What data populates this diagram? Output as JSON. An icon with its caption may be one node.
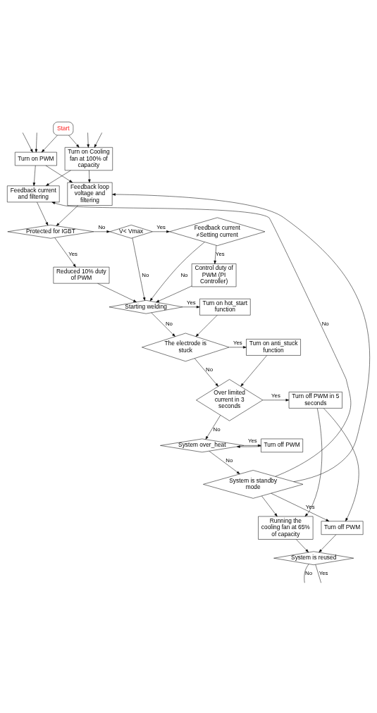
{
  "diagram": {
    "nodes": [
      {
        "text": [
          "Start"
        ]
      },
      {
        "text": [
          "Turn on PWM"
        ]
      },
      {
        "text": [
          "Turn on Cooling fan at 100% of capacity"
        ]
      },
      {
        "text": [
          "Feedback current and filtering"
        ]
      },
      {
        "text": [
          "Feedback loop voltage and filtering"
        ]
      },
      {
        "text": [
          "Protected for IGBT"
        ]
      },
      {
        "text": [
          "V< Vmax"
        ]
      },
      {
        "text": [
          "Feedback current ≠Setting current"
        ]
      },
      {
        "text": [
          "Reduced 10% duty of PWM"
        ]
      },
      {
        "text": [
          "Control duty of PWM (PI Controller)"
        ]
      },
      {
        "text": [
          "Starting welding"
        ]
      },
      {
        "text": [
          "Turn on hot_start function"
        ]
      },
      {
        "text": [
          "The electrode is stuck"
        ]
      },
      {
        "text": [
          "Turn on anti_stuck function"
        ]
      },
      {
        "text": [
          "Over limited current in 3 seconds"
        ]
      },
      {
        "text": [
          "Turn off PWM in 5 seconds"
        ]
      },
      {
        "text": [
          "System over_heat"
        ]
      },
      {
        "text": [
          "Turn off PWM"
        ]
      },
      {
        "text": [
          "System is standby mode"
        ]
      },
      {
        "text": [
          "Turn off PWM"
        ]
      },
      {
        "text": [
          "Running the cooling fan at 65% of capacity"
        ]
      },
      {
        "text": [
          "System is reused"
        ]
      }
    ],
    "edges": [
      {
        "from": 0,
        "to": 1,
        "arrow": "to"
      },
      {
        "from": 0,
        "to": 2,
        "arrow": "to"
      },
      {
        "from": null,
        "to": 1,
        "arrow": "to"
      },
      {
        "from": null,
        "to": 2,
        "arrow": "to"
      },
      {
        "from": null,
        "to": 1,
        "arrow": "to"
      },
      {
        "from": null,
        "to": 2,
        "arrow": "to"
      },
      {
        "from": 1,
        "to": 3,
        "arrow": "to"
      },
      {
        "from": 1,
        "to": 4,
        "arrow": "to"
      },
      {
        "from": 2,
        "to": 3,
        "arrow": "to"
      },
      {
        "from": 2,
        "to": 4,
        "arrow": "to"
      },
      {
        "from": 3,
        "to": 5,
        "arrow": "to"
      },
      {
        "from": 4,
        "to": 5,
        "arrow": "to"
      },
      {
        "from": 5,
        "to": 6,
        "label": "No",
        "arrow": "to"
      },
      {
        "from": 5,
        "to": 8,
        "label": "Yes",
        "arrow": "to"
      },
      {
        "from": 6,
        "to": 7,
        "label": "Yes",
        "arrow": "to"
      },
      {
        "from": 6,
        "to": 10,
        "label": "No",
        "arrow": "to"
      },
      {
        "from": 7,
        "to": 9,
        "label": "Yes",
        "arrow": "to"
      },
      {
        "from": 7,
        "to": 10,
        "label": "No",
        "arrow": "to"
      },
      {
        "from": 8,
        "to": 10,
        "arrow": "to"
      },
      {
        "from": 9,
        "to": 10,
        "arrow": "to"
      },
      {
        "from": 10,
        "to": 11,
        "label": "Yes",
        "arrow": "to"
      },
      {
        "from": 10,
        "to": 12,
        "label": "No",
        "arrow": "to"
      },
      {
        "from": 11,
        "to": 12,
        "arrow": "to"
      },
      {
        "from": 12,
        "to": 13,
        "label": "Yes",
        "arrow": "to"
      },
      {
        "from": 12,
        "to": 14,
        "label": "No",
        "arrow": "to"
      },
      {
        "from": 13,
        "to": 14,
        "arrow": "to"
      },
      {
        "from": 14,
        "to": 15,
        "label": "Yes",
        "arrow": "to"
      },
      {
        "from": 14,
        "to": 16,
        "label": "No",
        "arrow": "to"
      },
      {
        "from": 16,
        "to": 17,
        "label": "Yes",
        "arrow": "to"
      },
      {
        "from": 17,
        "to": 16,
        "arrow": "to"
      },
      {
        "from": 16,
        "to": 18,
        "label": "No",
        "arrow": "to"
      },
      {
        "from": 18,
        "to": 3,
        "label": "No",
        "arrow": "to"
      },
      {
        "from": 18,
        "to": 4,
        "arrow": "to"
      },
      {
        "from": 18,
        "to": 19,
        "label": "Yes",
        "arrow": "to"
      },
      {
        "from": 18,
        "to": 20,
        "arrow": "to"
      },
      {
        "from": 15,
        "to": 19,
        "arrow": "to"
      },
      {
        "from": 15,
        "to": 20,
        "arrow": "to"
      },
      {
        "from": 19,
        "to": 21,
        "arrow": "to"
      },
      {
        "from": 20,
        "to": 21,
        "arrow": "to"
      },
      {
        "from": 21,
        "to": null,
        "label": "No",
        "arrow": "none"
      },
      {
        "from": 21,
        "to": null,
        "label": "Yes",
        "arrow": "none"
      }
    ]
  }
}
